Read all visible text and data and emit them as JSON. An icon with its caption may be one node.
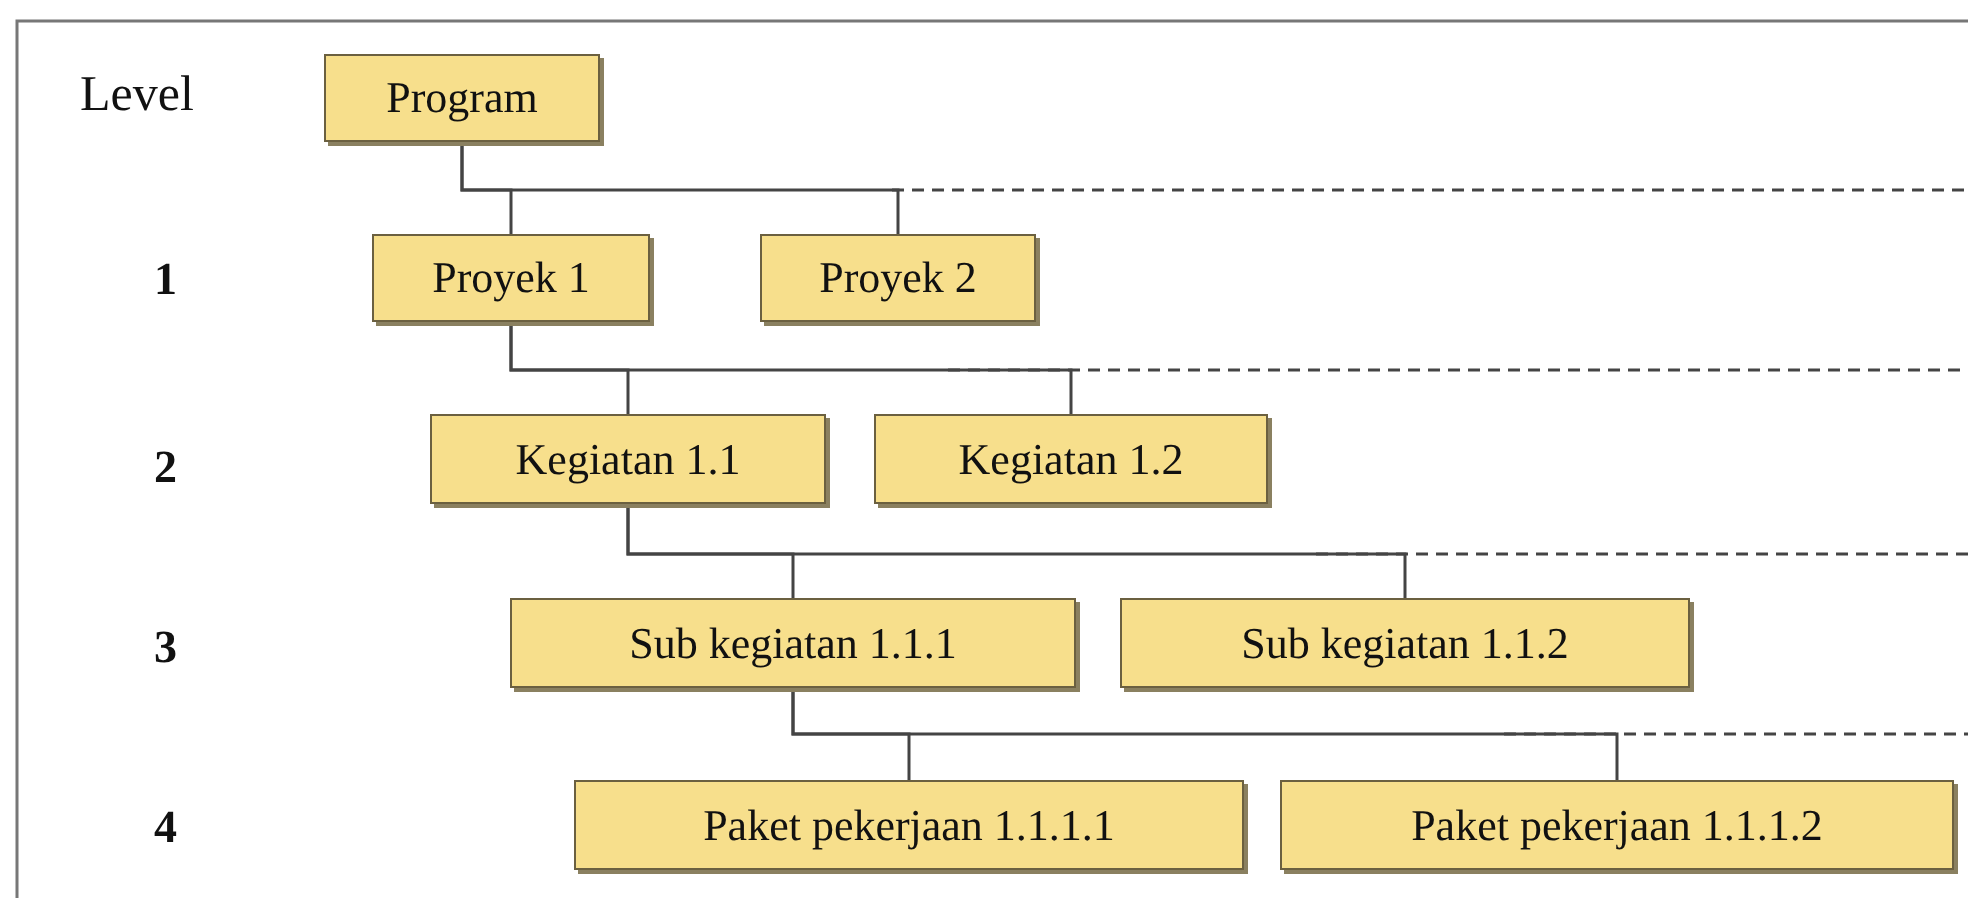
{
  "diagram": {
    "nodes": [
      {
        "text": [
          "Program"
        ]
      },
      {
        "text": [
          "Proyek 1"
        ]
      },
      {
        "text": [
          "Proyek 2"
        ]
      },
      {
        "text": [
          "Kegiatan 1.1"
        ]
      },
      {
        "text": [
          "Kegiatan 1.2"
        ]
      },
      {
        "text": [
          "Sub kegiatan 1.1.1"
        ]
      },
      {
        "text": [
          "Sub kegiatan 1.1.2"
        ]
      },
      {
        "text": [
          "Paket pekerjaan 1.1.1.1"
        ]
      },
      {
        "text": [
          "Paket pekerjaan 1.1.1.2"
        ]
      }
    ],
    "edges": [
      {
        "from": 0,
        "to": 1,
        "arrow": "none"
      },
      {
        "from": 0,
        "to": 2,
        "arrow": "none"
      },
      {
        "from": 1,
        "to": 3,
        "arrow": "none"
      },
      {
        "from": 1,
        "to": 4,
        "arrow": "none"
      },
      {
        "from": 3,
        "to": 5,
        "arrow": "none"
      },
      {
        "from": 3,
        "to": 6,
        "arrow": "none"
      },
      {
        "from": 5,
        "to": 7,
        "arrow": "none"
      },
      {
        "from": 5,
        "to": 8,
        "arrow": "none"
      }
    ],
    "labels": [
      "Level",
      "1",
      "2",
      "3",
      "4"
    ]
  }
}
